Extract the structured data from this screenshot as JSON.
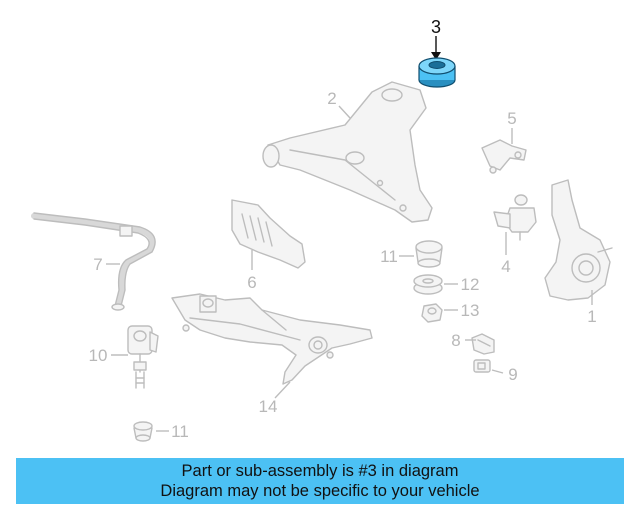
{
  "diagram": {
    "highlight_color": "#4cc1f4",
    "callouts": {
      "c1": "1",
      "c2": "2",
      "c3": "3",
      "c4": "4",
      "c5": "5",
      "c6": "6",
      "c7": "7",
      "c8": "8",
      "c9": "9",
      "c10": "10",
      "c11a": "11",
      "c11b": "11",
      "c12": "12",
      "c13": "13",
      "c14": "14"
    }
  },
  "banner": {
    "line1": "Part or sub-assembly is #3 in diagram",
    "line2": "Diagram may not be specific to your vehicle"
  }
}
